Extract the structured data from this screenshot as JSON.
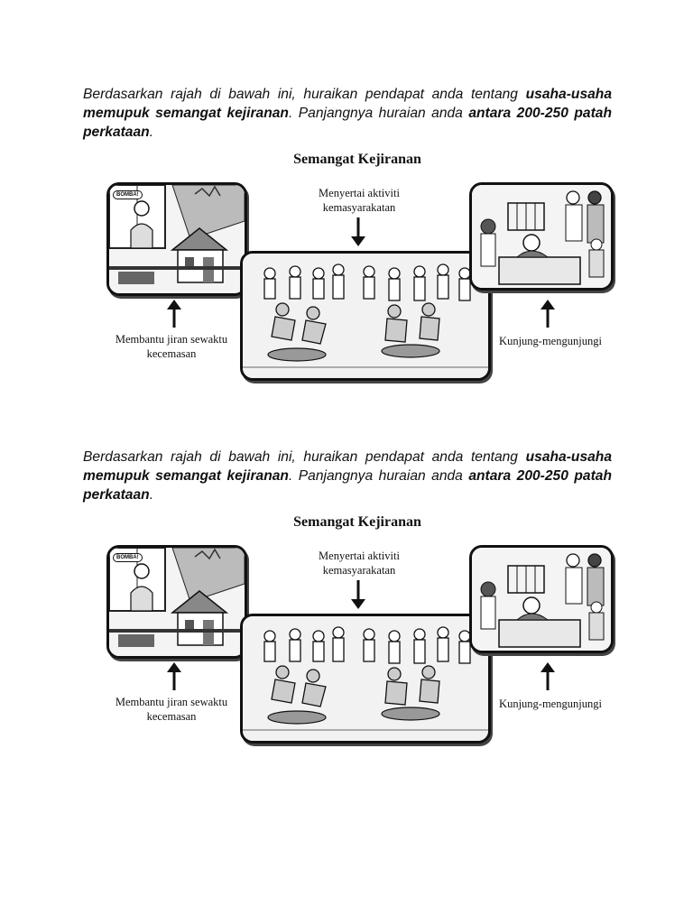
{
  "blocks": [
    {
      "prompt": {
        "intro": "Berdasarkan rajah di bawah ini, huraikan pendapat anda tentang ",
        "topic": "usaha-usaha memupuk semangat kejiranan",
        "middle": ". Panjangnya huraian anda ",
        "length": "antara 200-250 patah perkataan",
        "end": "."
      },
      "diagram": {
        "title": "Semangat Kejiranan",
        "label_top": "Menyertai aktiviti kemasyarakatan",
        "label_left": "Membantu jiran sewaktu kecemasan",
        "label_right": "Kunjung-mengunjungi",
        "bubble": "BOMBA!"
      }
    },
    {
      "prompt": {
        "intro": "Berdasarkan rajah di bawah ini, huraikan pendapat anda tentang ",
        "topic": "usaha-usaha memupuk semangat kejiranan",
        "middle": ". Panjangnya huraian anda ",
        "length": "antara 200-250 patah perkataan",
        "end": "."
      },
      "diagram": {
        "title": "Semangat Kejiranan",
        "label_top": "Menyertai aktiviti kemasyarakatan",
        "label_left": "Membantu jiran sewaktu kecemasan",
        "label_right": "Kunjung-mengunjungi",
        "bubble": "BOMBA!"
      }
    }
  ],
  "icons": {
    "arrow": "up-down-arrow-icon"
  }
}
